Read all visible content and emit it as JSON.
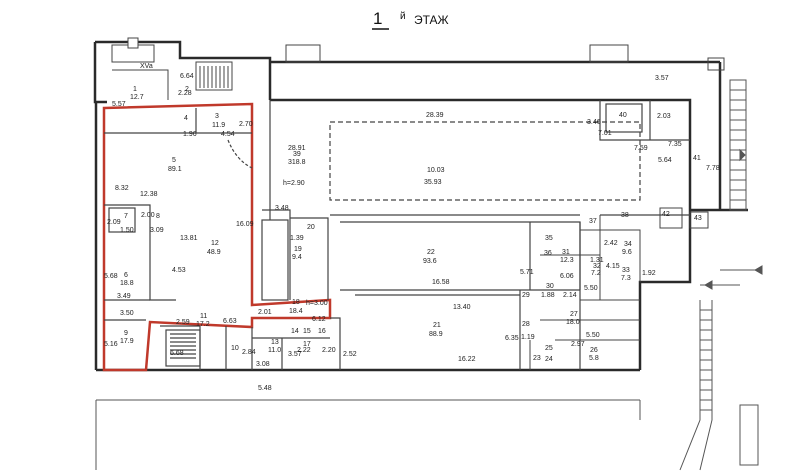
{
  "title": {
    "floor_number": "1",
    "floor_suffix": "й",
    "floor_word": "ЭТАЖ"
  },
  "colors": {
    "wall": "#2a2a2a",
    "thin_line": "#555555",
    "highlight": "#c0392b",
    "text": "#222222",
    "background": "#ffffff"
  },
  "labels": {
    "xva": "XVa",
    "d_6_64": "6.64",
    "d_2_28": "2.28",
    "r1": "1",
    "r1_area": "12.7",
    "r2": "2",
    "d_5_57": "5.57",
    "r4": "4",
    "r3": "3",
    "r3_area": "11.9",
    "d_2_70": "2.70",
    "d_1_96": "1.96",
    "d_4_54": "4.54",
    "r5": "5",
    "r5_area": "89.1",
    "d_8_32": "8.32",
    "d_12_38": "12.38",
    "d_2_09": "2.09",
    "r7": "7",
    "d_2_00": "2.00",
    "r8": "8",
    "d_1_50": "1.50",
    "d_3_09": "3.09",
    "d_13_81": "13.81",
    "r12": "12",
    "r12_area": "48.9",
    "d_16_09": "16.09",
    "d_4_53": "4.53",
    "r6": "6",
    "r6_area": "18.8",
    "d_5_68": "5.68",
    "d_3_49": "3.49",
    "d_3_50": "3.50",
    "r11": "11",
    "r11_area": "17.2",
    "d_6_63": "6.63",
    "d_2_59": "2.59",
    "r9": "9",
    "r9_area": "17.9",
    "d_5_16": "5.16",
    "d_6_68": "6.68",
    "r10": "10",
    "d_2_84": "2.84",
    "d_2_01": "2.01",
    "r18": "18",
    "r18_area": "18.4",
    "h_3_00": "h=3.00",
    "d_6_12": "6.12",
    "r13": "13",
    "r13_area": "11.0",
    "d_3_08": "3.08",
    "d_5_48": "5.48",
    "r14": "14",
    "r15": "15",
    "r16": "16",
    "r17": "17",
    "d_3_57_small": "3.57",
    "d_2_22": "2.22",
    "d_2_20": "2.20",
    "d_2_52": "2.52",
    "d_28_91": "28.91",
    "r39": "39",
    "r39_area": "318.8",
    "h_2_90": "h=2.90",
    "d_3_48": "3.48",
    "d_1_39": "1.39",
    "r19": "19",
    "r19_area": "9.4",
    "r20": "20",
    "d_28_39": "28.39",
    "d_10_03": "10.03",
    "d_35_93": "35.93",
    "d_3_46": "3.46",
    "r40": "40",
    "d_2_03": "2.03",
    "d_7_01": "7.01",
    "d_7_59": "7.59",
    "d_5_64": "5.64",
    "d_7_35": "7.35",
    "r41": "41",
    "d_7_78": "7.78",
    "d_3_57": "3.57",
    "r22": "22",
    "r22_area": "93.6",
    "d_16_58": "16.58",
    "d_5_71": "5.71",
    "d_13_40": "13.40",
    "r21": "21",
    "r21_area": "88.9",
    "d_6_35": "6.35",
    "d_16_22": "16.22",
    "r37": "37",
    "r38": "38",
    "r42": "42",
    "r43": "43",
    "r36": "36",
    "r35": "35",
    "r31": "31",
    "r31_area": "12.3",
    "r34": "34",
    "r34_area": "9.6",
    "d_1_31": "1.31",
    "d_6_06": "6.06",
    "r32": "32",
    "r32_area": "7.2",
    "r33": "33",
    "r33_area": "7.3",
    "d_2_42": "2.42",
    "d_1_92": "1.92",
    "d_4_15": "4.15",
    "r30": "30",
    "r30_area": "1.88",
    "d_2_14": "2.14",
    "r29": "29",
    "r27": "27",
    "r27_area": "18.0",
    "d_5_50a": "5.50",
    "d_5_50b": "5.50",
    "d_2_97": "2.97",
    "r28": "28",
    "d_1_19": "1.19",
    "r25": "25",
    "r24": "24",
    "r23": "23",
    "r26": "26",
    "r26_area": "5.8"
  }
}
